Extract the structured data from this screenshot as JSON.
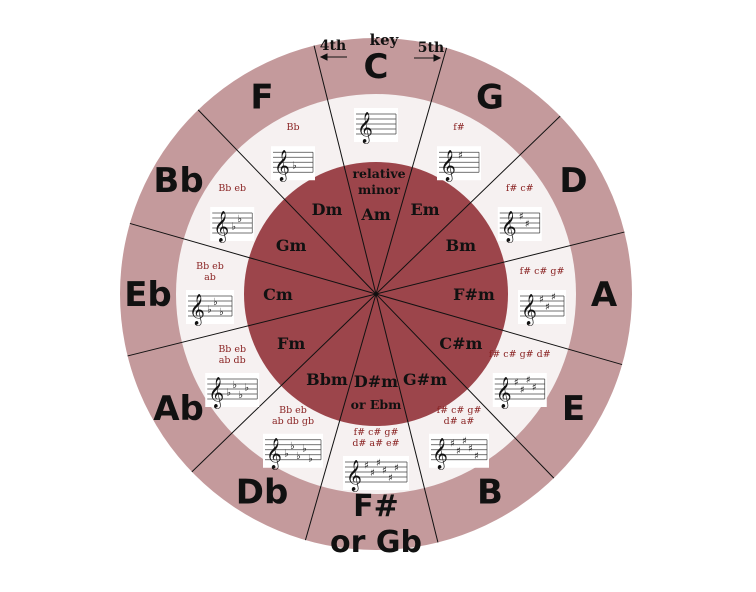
{
  "header": {
    "fourth": "4th",
    "key": "key",
    "fifth": "5th"
  },
  "center_label": [
    "relative",
    "minor"
  ],
  "colors": {
    "outer_ring": "#c49a9c",
    "middle_ring": "#f6f1f1",
    "inner_disc": "#9c454b",
    "accidental_text": "#8a2424",
    "lines": "#111111"
  },
  "keys": [
    {
      "major": [
        "C"
      ],
      "minor": [
        "Am"
      ],
      "accidentals": [],
      "sharps": 0,
      "flats": 0
    },
    {
      "major": [
        "G"
      ],
      "minor": [
        "Em"
      ],
      "accidentals": [
        "f#"
      ],
      "sharps": 1,
      "flats": 0
    },
    {
      "major": [
        "D"
      ],
      "minor": [
        "Bm"
      ],
      "accidentals": [
        "f# c#"
      ],
      "sharps": 2,
      "flats": 0
    },
    {
      "major": [
        "A"
      ],
      "minor": [
        "F#m"
      ],
      "accidentals": [
        "f# c# g#"
      ],
      "sharps": 3,
      "flats": 0
    },
    {
      "major": [
        "E"
      ],
      "minor": [
        "C#m"
      ],
      "accidentals": [
        "f# c# g# d#"
      ],
      "sharps": 4,
      "flats": 0
    },
    {
      "major": [
        "B"
      ],
      "minor": [
        "G#m"
      ],
      "accidentals": [
        "f# c# g#",
        "d# a#"
      ],
      "sharps": 5,
      "flats": 0
    },
    {
      "major": [
        "F#",
        "or Gb"
      ],
      "minor": [
        "D#m",
        "or Ebm"
      ],
      "accidentals": [
        "f# c# g#",
        "d# a# e#"
      ],
      "sharps": 6,
      "flats": 0
    },
    {
      "major": [
        "Db"
      ],
      "minor": [
        "Bbm"
      ],
      "accidentals": [
        "Bb eb",
        "ab db gb"
      ],
      "sharps": 0,
      "flats": 5
    },
    {
      "major": [
        "Ab"
      ],
      "minor": [
        "Fm"
      ],
      "accidentals": [
        "Bb eb",
        "ab db"
      ],
      "sharps": 0,
      "flats": 4
    },
    {
      "major": [
        "Eb"
      ],
      "minor": [
        "Cm"
      ],
      "accidentals": [
        "Bb eb",
        "ab"
      ],
      "sharps": 0,
      "flats": 3
    },
    {
      "major": [
        "Bb"
      ],
      "minor": [
        "Gm"
      ],
      "accidentals": [
        "Bb eb"
      ],
      "sharps": 0,
      "flats": 2
    },
    {
      "major": [
        "F"
      ],
      "minor": [
        "Dm"
      ],
      "accidentals": [
        "Bb"
      ],
      "sharps": 0,
      "flats": 1
    }
  ]
}
